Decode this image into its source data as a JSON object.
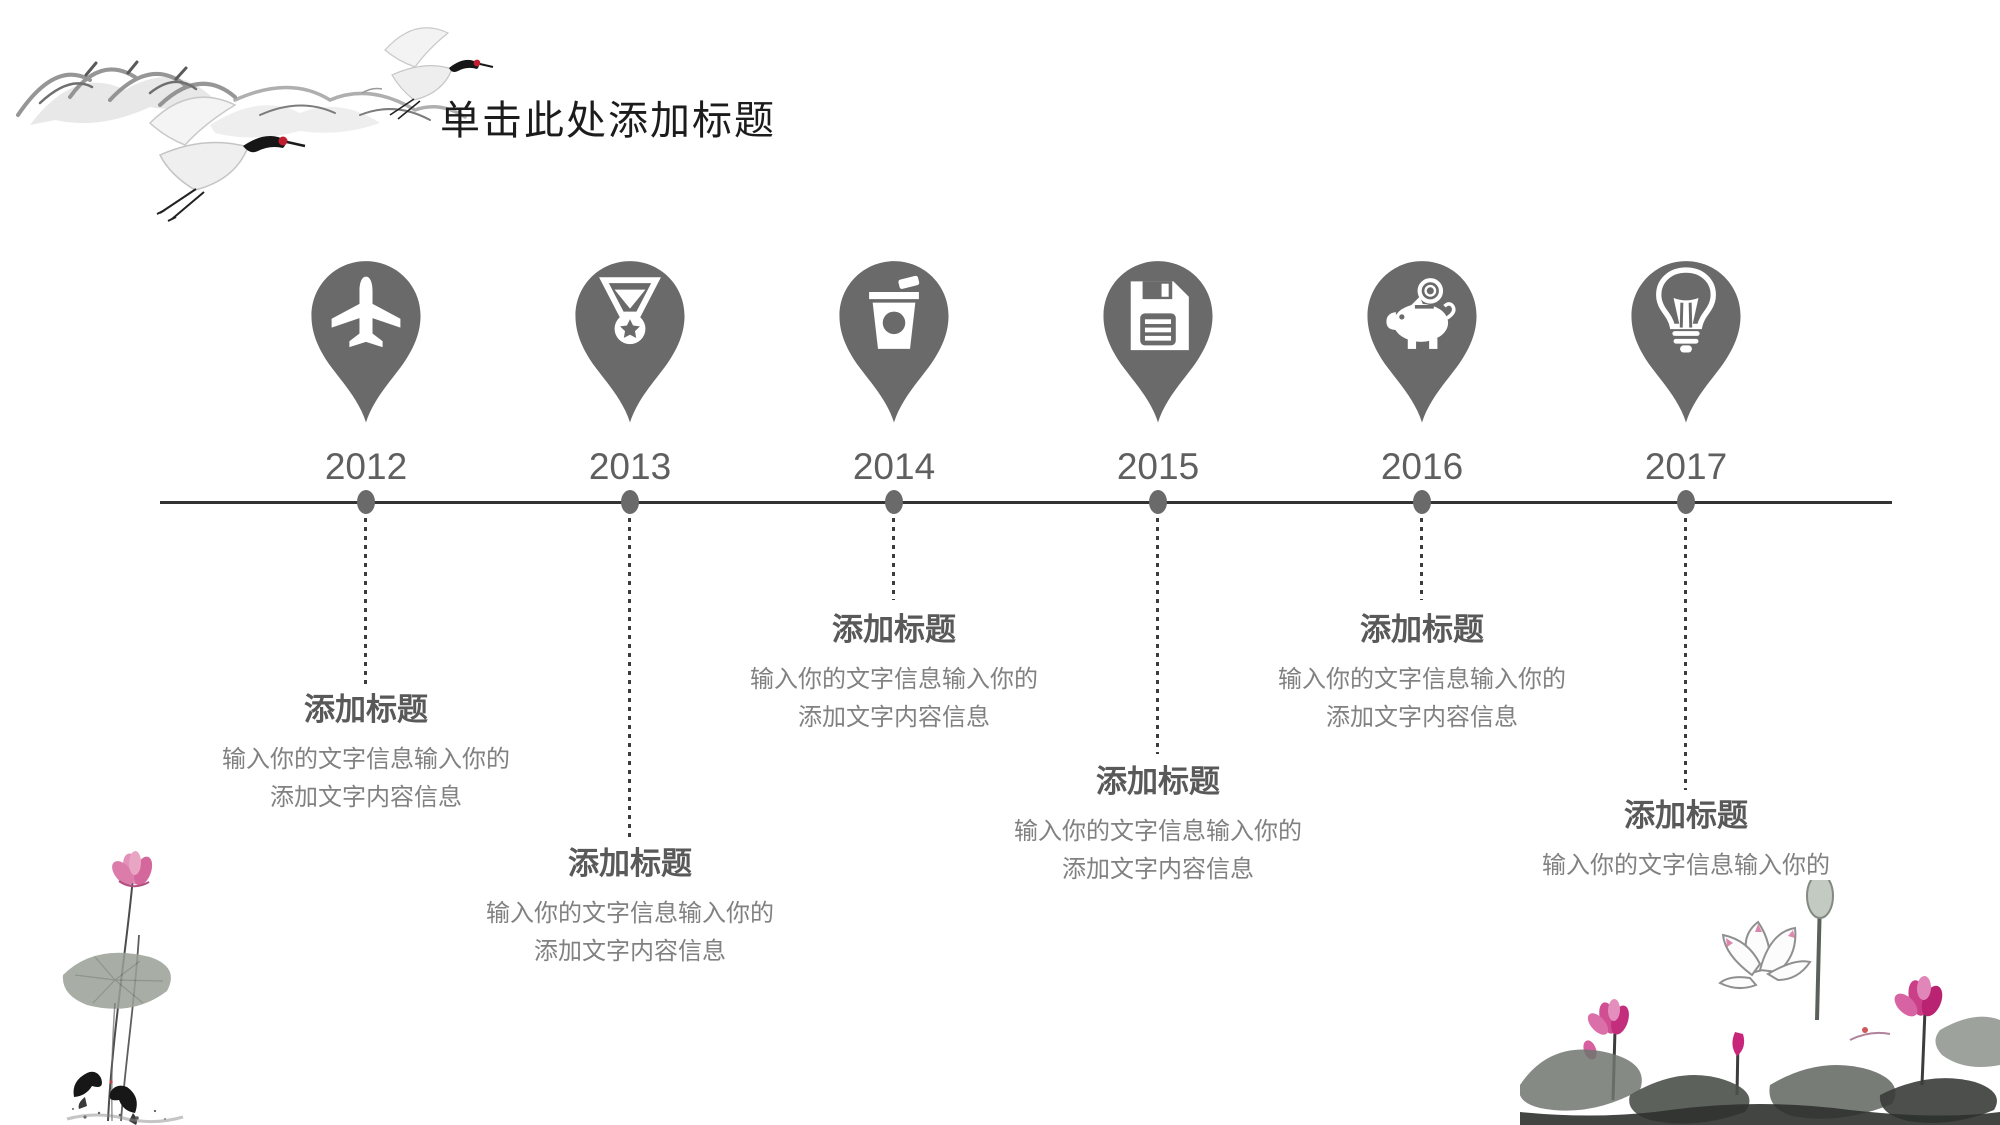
{
  "slide_title": "单击此处添加标题",
  "colors": {
    "pin_gray": "#6a6a6a",
    "timeline_line": "#333333",
    "year_text": "#5f5f5f",
    "entry_title_text": "#595959",
    "entry_body_text": "#818181",
    "crane_crown_red": "#c01e2e",
    "lotus_pink": "#cb4d8c"
  },
  "timeline": {
    "items": [
      {
        "year": "2012",
        "icon": "airplane-icon",
        "title": "添加标题",
        "body": [
          "输入你的文字信息输入你的",
          "添加文字内容信息"
        ]
      },
      {
        "year": "2013",
        "icon": "medal-icon",
        "title": "添加标题",
        "body": [
          "输入你的文字信息输入你的",
          "添加文字内容信息"
        ]
      },
      {
        "year": "2014",
        "icon": "trash-bin-icon",
        "title": "添加标题",
        "body": [
          "输入你的文字信息输入你的",
          "添加文字内容信息"
        ]
      },
      {
        "year": "2015",
        "icon": "floppy-disk-icon",
        "title": "添加标题",
        "body": [
          "输入你的文字信息输入你的",
          "添加文字内容信息"
        ]
      },
      {
        "year": "2016",
        "icon": "piggy-bank-icon",
        "title": "添加标题",
        "body": [
          "输入你的文字信息输入你的",
          "添加文字内容信息"
        ]
      },
      {
        "year": "2017",
        "icon": "lightbulb-icon",
        "title": "添加标题",
        "body": [
          "输入你的文字信息输入你的"
        ]
      }
    ]
  },
  "decorations": {
    "top_left": "ink-mountains-and-cranes",
    "bottom_left": "ink-lotus-and-koi",
    "bottom_right": "ink-lotus-pond"
  }
}
